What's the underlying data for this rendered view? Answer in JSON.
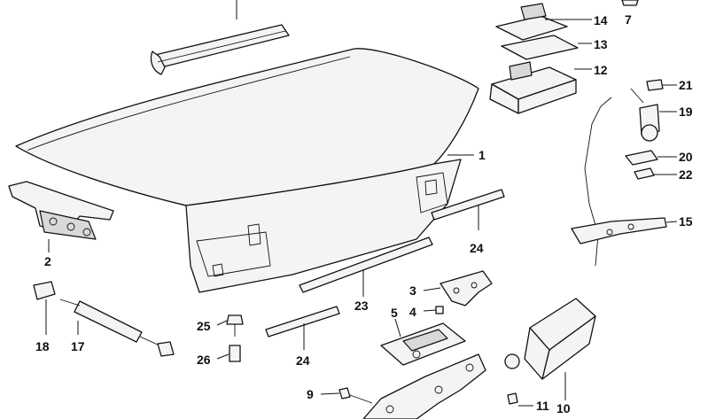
{
  "callouts": {
    "c1": "1",
    "c2": "2",
    "c3": "3",
    "c4": "4",
    "c5": "5",
    "c7": "7",
    "c9": "9",
    "c10": "10",
    "c11": "11",
    "c12": "12",
    "c13": "13",
    "c14": "14",
    "c15": "15",
    "c17": "17",
    "c18": "18",
    "c19": "19",
    "c20": "20",
    "c21": "21",
    "c22": "22",
    "c23": "23",
    "c24a": "24",
    "c24b": "24",
    "c25": "25",
    "c26": "26"
  }
}
